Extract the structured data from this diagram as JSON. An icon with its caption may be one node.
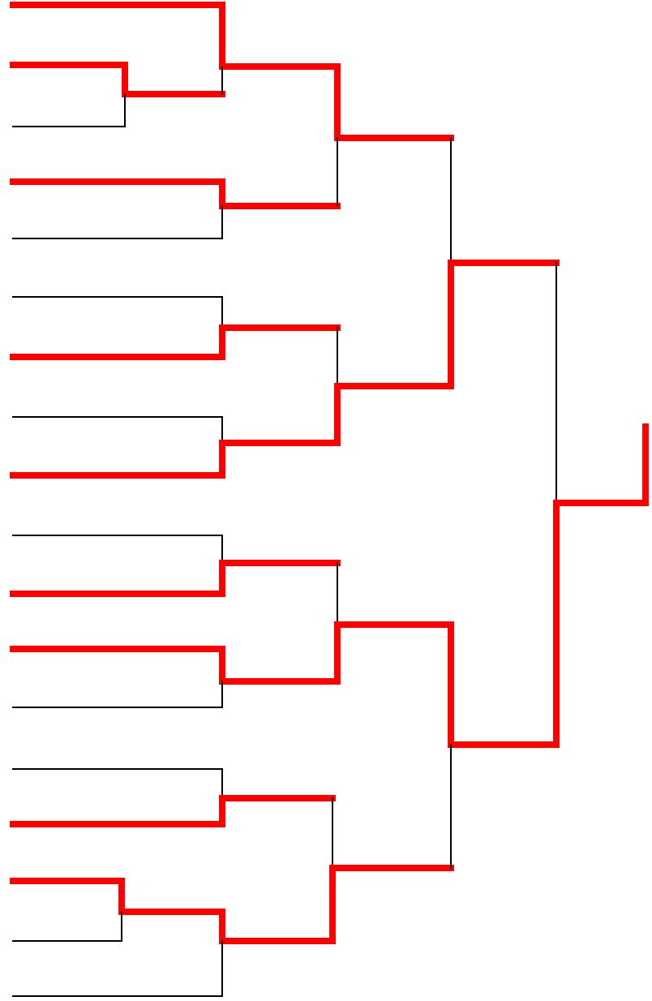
{
  "diagram": {
    "nodes": [
      {
        "text": [],
        "shape": "line"
      },
      {
        "text": [],
        "shape": "line"
      },
      {
        "text": [],
        "shape": "line"
      },
      {
        "text": [],
        "shape": "line"
      },
      {
        "text": [],
        "shape": "line"
      },
      {
        "text": [],
        "shape": "line"
      },
      {
        "text": [],
        "shape": "line"
      },
      {
        "text": [],
        "shape": "line"
      },
      {
        "text": [],
        "shape": "line"
      },
      {
        "text": [],
        "shape": "line"
      },
      {
        "text": [],
        "shape": "line"
      },
      {
        "text": [],
        "shape": "line"
      },
      {
        "text": [],
        "shape": "line"
      },
      {
        "text": [],
        "shape": "line"
      },
      {
        "text": [],
        "shape": "line"
      },
      {
        "text": [],
        "shape": "line"
      },
      {
        "text": [],
        "shape": "line"
      },
      {
        "text": [],
        "shape": "line"
      },
      {
        "text": [],
        "shape": "line"
      },
      {
        "text": [],
        "shape": "line"
      },
      {
        "text": [],
        "shape": "line"
      },
      {
        "text": [],
        "shape": "line"
      },
      {
        "text": [],
        "shape": "line"
      },
      {
        "text": [],
        "shape": "line"
      },
      {
        "text": [],
        "shape": "line"
      },
      {
        "text": [],
        "shape": "line"
      },
      {
        "text": [],
        "shape": "line"
      },
      {
        "text": [],
        "shape": "line"
      },
      {
        "text": [],
        "shape": "line"
      },
      {
        "text": [],
        "shape": "line"
      },
      {
        "text": [],
        "shape": "line"
      },
      {
        "text": [],
        "shape": "line"
      },
      {
        "text": [],
        "shape": "line"
      },
      {
        "text": [],
        "shape": "line"
      },
      {
        "text": [],
        "shape": "line"
      },
      {
        "text": [],
        "shape": "line"
      }
    ],
    "edges": [
      {
        "from": 0,
        "to": 5,
        "arrow": "none",
        "style": "thick"
      },
      {
        "from": 1,
        "to": 5,
        "arrow": "none",
        "color": "#000000"
      },
      {
        "from": 2,
        "to": 18,
        "arrow": "none",
        "style": "thick"
      },
      {
        "from": 3,
        "to": 18,
        "arrow": "none",
        "color": "#000000"
      },
      {
        "from": 4,
        "to": 20,
        "arrow": "none",
        "style": "thick"
      },
      {
        "from": 5,
        "to": 20,
        "arrow": "none",
        "color": "#000000"
      },
      {
        "from": 6,
        "to": 21,
        "arrow": "none",
        "style": "thick"
      },
      {
        "from": 7,
        "to": 21,
        "arrow": "none",
        "color": "#000000"
      },
      {
        "from": 8,
        "to": 22,
        "arrow": "none",
        "color": "#000000"
      },
      {
        "from": 9,
        "to": 22,
        "arrow": "none",
        "style": "thick"
      },
      {
        "from": 10,
        "to": 23,
        "arrow": "none",
        "color": "#000000"
      },
      {
        "from": 11,
        "to": 23,
        "arrow": "none",
        "style": "thick"
      },
      {
        "from": 12,
        "to": 24,
        "arrow": "none",
        "color": "#000000"
      },
      {
        "from": 13,
        "to": 24,
        "arrow": "none",
        "style": "thick"
      },
      {
        "from": 14,
        "to": 25,
        "arrow": "none",
        "style": "thick"
      },
      {
        "from": 15,
        "to": 25,
        "arrow": "none",
        "color": "#000000"
      },
      {
        "from": 16,
        "to": 26,
        "arrow": "none",
        "color": "#000000"
      },
      {
        "from": 17,
        "to": 26,
        "arrow": "none",
        "style": "thick"
      },
      {
        "from": 18,
        "to": 27,
        "arrow": "none",
        "style": "thick"
      },
      {
        "from": 19,
        "to": 27,
        "arrow": "none",
        "color": "#000000"
      },
      {
        "from": 20,
        "to": 28,
        "arrow": "none",
        "style": "thick"
      },
      {
        "from": 21,
        "to": 28,
        "arrow": "none",
        "color": "#000000"
      },
      {
        "from": 22,
        "to": 29,
        "arrow": "none",
        "color": "#000000"
      },
      {
        "from": 23,
        "to": 29,
        "arrow": "none",
        "style": "thick"
      },
      {
        "from": 24,
        "to": 30,
        "arrow": "none",
        "color": "#000000"
      },
      {
        "from": 25,
        "to": 30,
        "arrow": "none",
        "style": "thick"
      },
      {
        "from": 26,
        "to": 31,
        "arrow": "none",
        "color": "#000000"
      },
      {
        "from": 27,
        "to": 31,
        "arrow": "none",
        "style": "thick"
      },
      {
        "from": 28,
        "to": 32,
        "arrow": "none",
        "color": "#000000"
      },
      {
        "from": 29,
        "to": 32,
        "arrow": "none",
        "style": "thick"
      },
      {
        "from": 30,
        "to": 33,
        "arrow": "none",
        "style": "thick"
      },
      {
        "from": 31,
        "to": 33,
        "arrow": "none",
        "color": "#000000"
      },
      {
        "from": 32,
        "to": 34,
        "arrow": "none",
        "color": "#000000"
      },
      {
        "from": 33,
        "to": 34,
        "arrow": "none",
        "style": "thick"
      }
    ]
  }
}
